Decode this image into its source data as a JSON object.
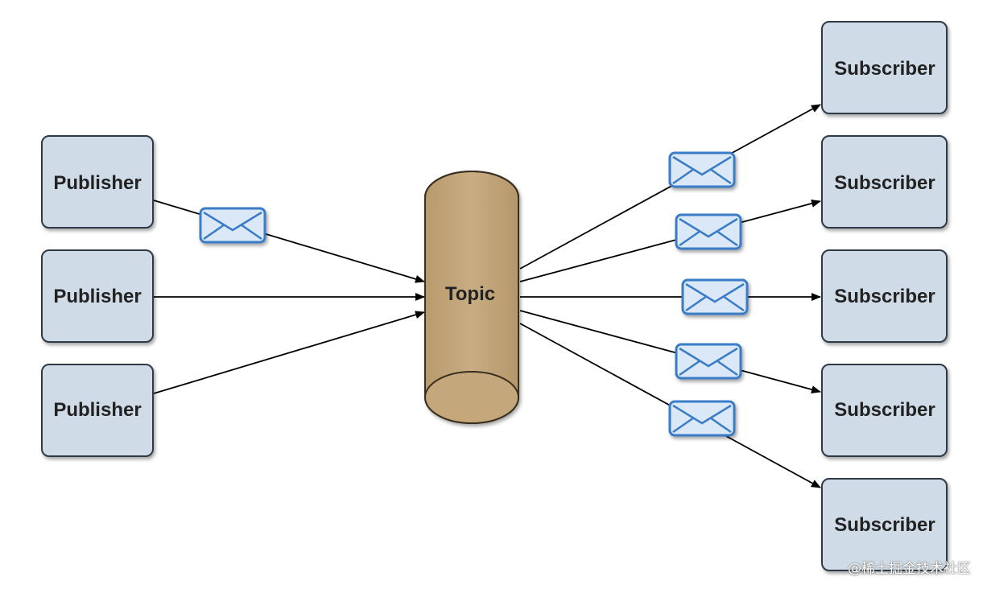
{
  "publishers": [
    {
      "label": "Publisher"
    },
    {
      "label": "Publisher"
    },
    {
      "label": "Publisher"
    }
  ],
  "topic": {
    "label": "Topic"
  },
  "subscribers": [
    {
      "label": "Subscriber"
    },
    {
      "label": "Subscriber"
    },
    {
      "label": "Subscriber"
    },
    {
      "label": "Subscriber"
    },
    {
      "label": "Subscriber"
    }
  ],
  "message_icon": "envelope-icon",
  "watermark": "@稀土掘金技术社区",
  "colors": {
    "box_fill": "#cfdbe6",
    "box_stroke": "#2e3b47",
    "topic_fill": "#c4a87c",
    "topic_stroke": "#3a2e1e",
    "envelope_fill": "#dbe8f7",
    "envelope_stroke": "#3b7cc6",
    "arrow": "#000000"
  }
}
